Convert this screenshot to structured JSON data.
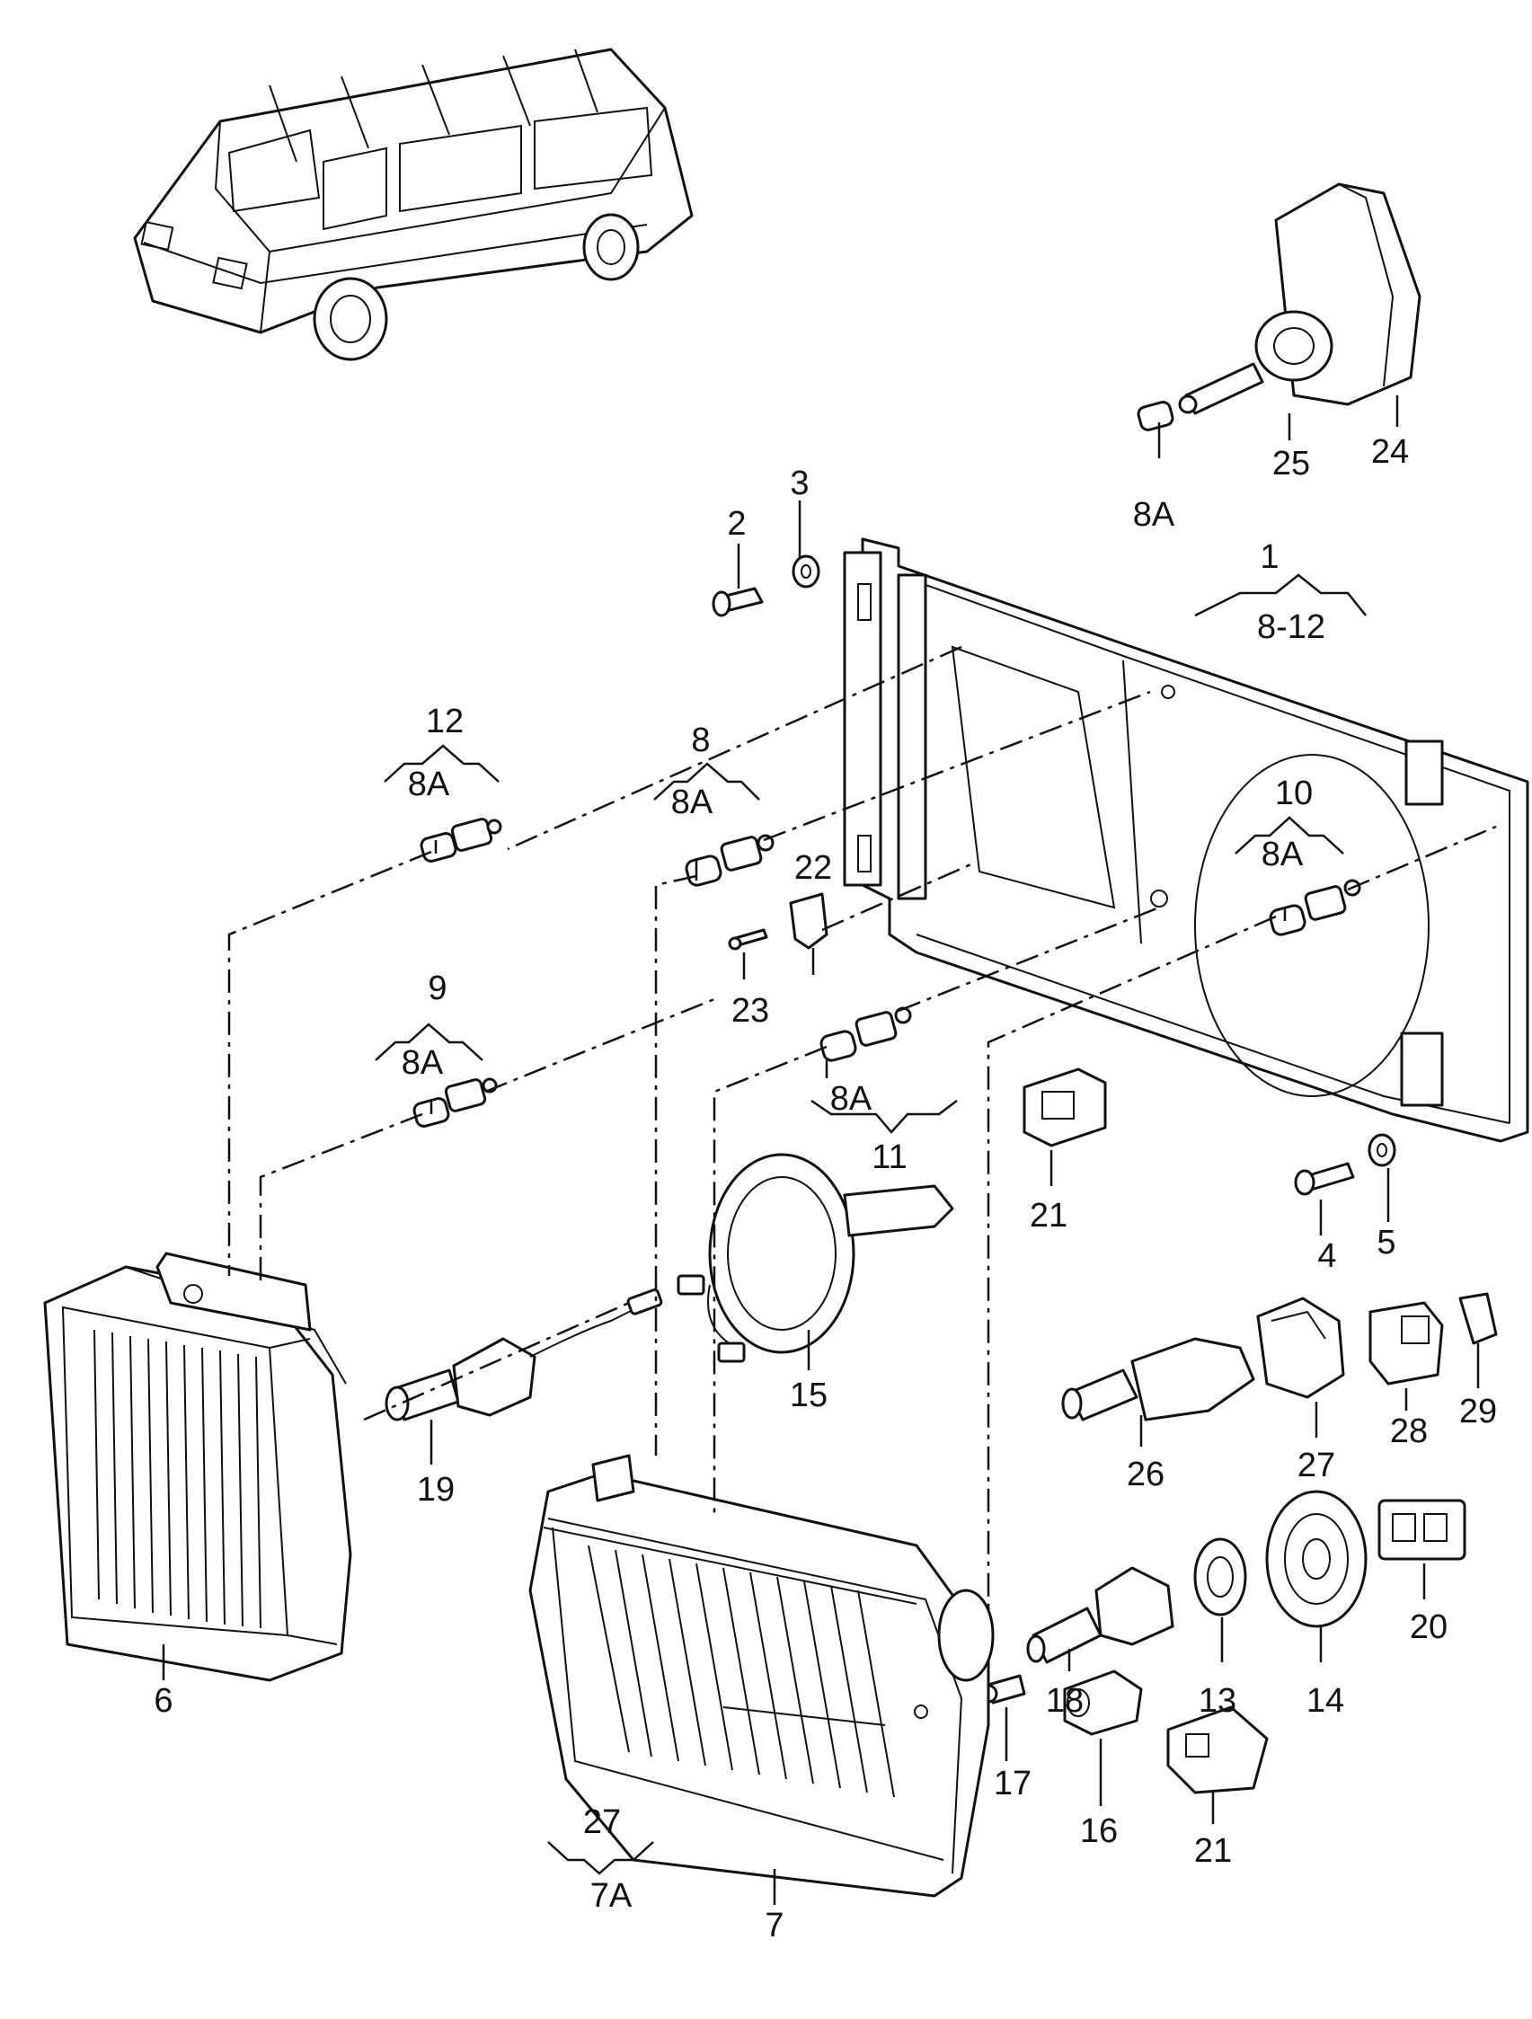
{
  "callouts": {
    "c1": "1",
    "c1_range": "8-12",
    "c2": "2",
    "c3": "3",
    "c4": "4",
    "c5": "5",
    "c6": "6",
    "c7": "7",
    "c7_sub": "27",
    "c7_main": "7A",
    "c8": "8",
    "c8_sub": "8A",
    "c8a_top": "8A",
    "c9": "9",
    "c9_sub": "8A",
    "c10": "10",
    "c10_sub": "8A",
    "c11": "11",
    "c11_sub": "8A",
    "c12": "12",
    "c12_sub": "8A",
    "c13": "13",
    "c14": "14",
    "c15": "15",
    "c16": "16",
    "c17": "17",
    "c18": "18",
    "c19": "19",
    "c20": "20",
    "c21_top": "21",
    "c21_bottom": "21",
    "c22": "22",
    "c23": "23",
    "c24": "24",
    "c25": "25",
    "c26": "26",
    "c27": "27",
    "c28": "28",
    "c29": "29"
  }
}
